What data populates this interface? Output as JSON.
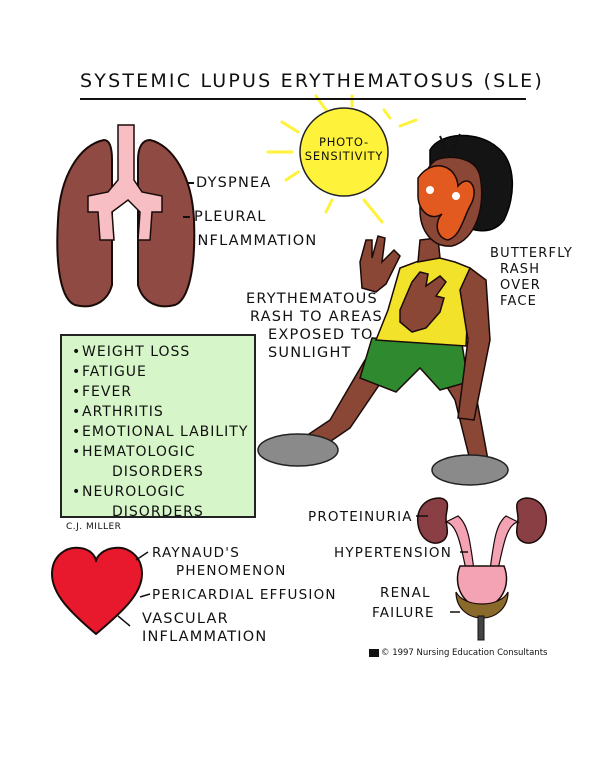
{
  "title": "SYSTEMIC LUPUS ERYTHEMATOSUS (SLE)",
  "sun_label": [
    "PHOTO-",
    "SENSITIVITY"
  ],
  "lung_labels": {
    "dyspnea": "DYSPNEA",
    "pleural_1": "PLEURAL",
    "pleural_2": "INFLAMMATION"
  },
  "butterfly_rash": [
    "BUTTERFLY",
    "RASH",
    "OVER",
    "FACE"
  ],
  "erythematous_rash": [
    "ERYTHEMATOUS",
    "RASH TO AREAS",
    "EXPOSED TO",
    "SUNLIGHT"
  ],
  "symptoms": [
    {
      "text": "WEIGHT LOSS",
      "cont": ""
    },
    {
      "text": "FATIGUE",
      "cont": ""
    },
    {
      "text": "FEVER",
      "cont": ""
    },
    {
      "text": "ARTHRITIS",
      "cont": ""
    },
    {
      "text": "EMOTIONAL LABILITY",
      "cont": ""
    },
    {
      "text": "HEMATOLOGIC",
      "cont": "DISORDERS"
    },
    {
      "text": "NEUROLOGIC",
      "cont": "DISORDERS"
    }
  ],
  "artist_signature": "C.J. MILLER",
  "heart_labels": {
    "raynauds_1": "RAYNAUD'S",
    "raynauds_2": "PHENOMENON",
    "pericardial": "PERICARDIAL EFFUSION",
    "vascular_1": "VASCULAR",
    "vascular_2": "INFLAMMATION"
  },
  "kidney_labels": {
    "proteinuria": "PROTEINURIA",
    "hypertension": "HYPERTENSION",
    "renal_1": "RENAL",
    "renal_2": "FAILURE"
  },
  "copyright": "© 1997 Nursing Education Consultants",
  "colors": {
    "lung": "#8f4a44",
    "trachea": "#f7bfc4",
    "sun": "#fff23a",
    "sun_rays": "#fff23a",
    "skin": "#8a4736",
    "shirt": "#f2e32a",
    "shorts": "#2f8a2f",
    "shoes": "#8a8a8a",
    "mask": "#e25a1f",
    "green_box": "#d6f5c8",
    "heart": "#e8192c",
    "kidney": "#8a3f45",
    "bladder": "#f4a3b5"
  }
}
